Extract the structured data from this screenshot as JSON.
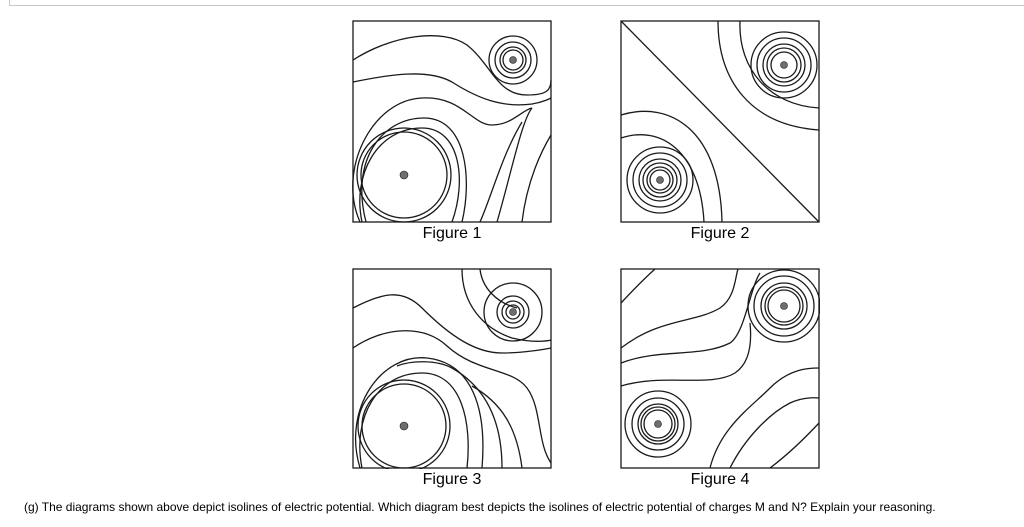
{
  "figures": [
    {
      "label": "Figure 1"
    },
    {
      "label": "Figure 2"
    },
    {
      "label": "Figure 3"
    },
    {
      "label": "Figure 4"
    }
  ],
  "question": "(g) The diagrams shown above depict isolines of electric potential. Which diagram best depicts the isolines of electric potential of charges M and N? Explain your reasoning."
}
